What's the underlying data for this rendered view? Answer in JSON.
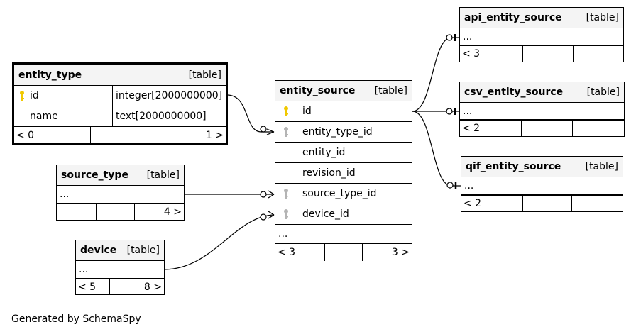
{
  "footer": "Generated by SchemaSpy",
  "colors": {
    "primary_key": "#f0c800",
    "foreign_key": "#b4b4b4",
    "header_bg": "#f4f4f4"
  },
  "icons": {
    "primary_key": "key-icon",
    "foreign_key": "key-icon"
  },
  "tables": {
    "entity_type": {
      "name": "entity_type",
      "kind": "[table]",
      "columns": [
        {
          "name": "id",
          "type": "integer[2000000000]"
        },
        {
          "name": "name",
          "type": "text[2000000000]"
        }
      ],
      "footer_left": "< 0",
      "footer_right": "1 >"
    },
    "entity_source": {
      "name": "entity_source",
      "kind": "[table]",
      "columns": [
        "id",
        "entity_type_id",
        "entity_id",
        "revision_id",
        "source_type_id",
        "device_id"
      ],
      "more": "...",
      "footer_left": "< 3",
      "footer_right": "3 >"
    },
    "source_type": {
      "name": "source_type",
      "kind": "[table]",
      "more": "...",
      "footer_left": "",
      "footer_right": "4 >"
    },
    "device": {
      "name": "device",
      "kind": "[table]",
      "more": "...",
      "footer_left": "< 5",
      "footer_right": "8 >"
    },
    "api_entity_source": {
      "name": "api_entity_source",
      "kind": "[table]",
      "more": "...",
      "footer_left": "< 3",
      "footer_right": ""
    },
    "csv_entity_source": {
      "name": "csv_entity_source",
      "kind": "[table]",
      "more": "...",
      "footer_left": "< 2",
      "footer_right": ""
    },
    "qif_entity_source": {
      "name": "qif_entity_source",
      "kind": "[table]",
      "more": "...",
      "footer_left": "< 2",
      "footer_right": ""
    }
  }
}
